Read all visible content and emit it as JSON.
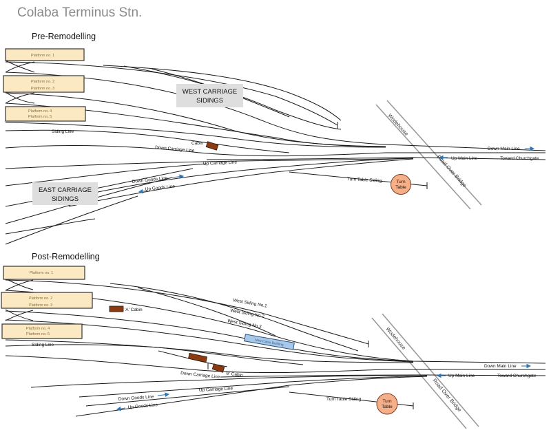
{
  "title": "Colaba Terminus Stn.",
  "colors": {
    "track": "#1a1a1a",
    "platform_fill": "#fbe9c4",
    "platform_stroke": "#3a3a3a",
    "platform_text": "#8a6d3b",
    "cabin": "#8b3a12",
    "arrow": "#2e75b6",
    "turntable": "#f5b08a",
    "siding_box": "#dddddd",
    "bridge": "#999999",
    "new_building": "#a8c8ea"
  },
  "pre": {
    "heading": "Pre-Remodelling",
    "platforms": [
      "Platform no. 1",
      "Platform no. 2",
      "Platform no. 3",
      "Platform no. 4",
      "Platform no. 5"
    ],
    "west_sidings": [
      "WEST CARRIAGE",
      "SIDINGS"
    ],
    "east_sidings": [
      "EAST CARRIAGE",
      "SIDINGS"
    ],
    "labels": {
      "siding_line": "Siding Line",
      "cabin": "Cabin",
      "down_carriage": "Down Carriage Line",
      "up_carriage": "Up Carriage Line",
      "down_goods": "Down Goods Line",
      "up_goods": "Up Goods Line",
      "turn_table_siding": "Turn Table Siding",
      "down_main": "Down Main Line",
      "up_main": "Up Main Line",
      "toward": "Toward  Churchgate",
      "wodehouse": "Wodehouse",
      "rob": "Road Over Bridge",
      "turn": "Turn",
      "table": "Table"
    }
  },
  "post": {
    "heading": "Post-Remodelling",
    "platforms": [
      "Platform no. 1",
      "Platform no. 2",
      "Platform no. 3",
      "Platform no. 4",
      "Platform no. 5"
    ],
    "labels": {
      "siding_line": "Siding Line",
      "a_cabin": "'A' Cabin",
      "b_cabin": "'B' Cabin",
      "west1": "West Siding No.1",
      "west2": "West Siding No.2",
      "west3": "West Siding No.3",
      "new_building": "New Cabin Building",
      "down_carriage": "Down Carriage Line",
      "up_carriage": "Up Carriage Line",
      "down_goods": "Down Goods Line",
      "up_goods": "Up Goods Line",
      "turn_table_siding": "Turn Table Siding",
      "down_main": "Down Main Line",
      "up_main": "Up Main Line",
      "toward": "Toward  Churchgate",
      "wodehouse": "Wodehouse",
      "rob": "Road Over Bridge",
      "turn": "Turn",
      "table": "Table"
    }
  }
}
